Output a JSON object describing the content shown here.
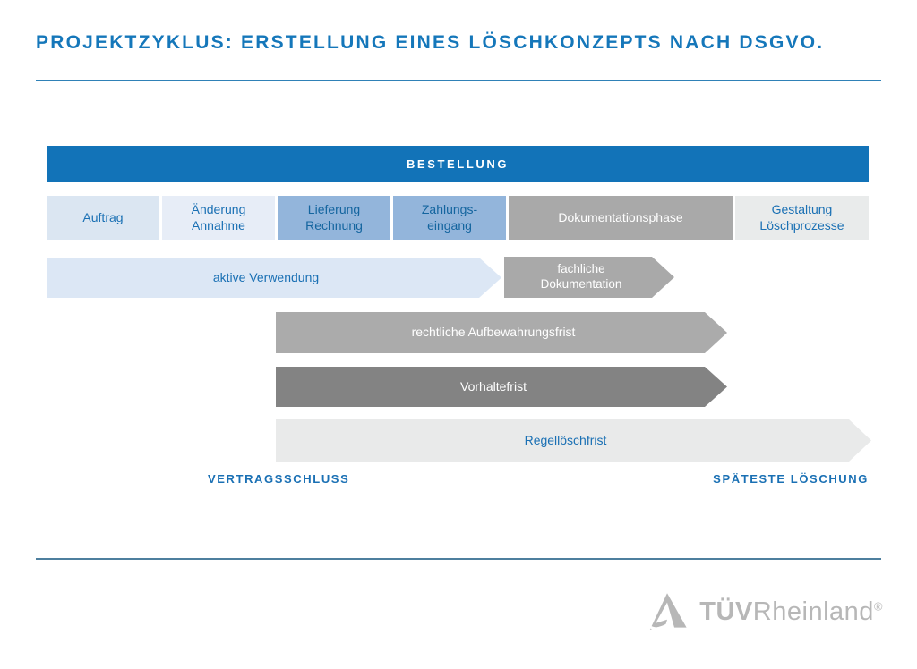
{
  "title": "PROJEKTZYKLUS: ERSTELLUNG EINES LÖSCHKONZEPTS NACH DSGVO.",
  "colors": {
    "brand_blue": "#1273b8",
    "text_blue": "#1a70b4",
    "light_blue_1": "#dbe6f2",
    "light_blue_2": "#e7edf7",
    "mid_blue": "#93b5db",
    "gray": "#a9a9a9",
    "dark_gray": "#838383",
    "light_gray": "#e9eaea",
    "logo_gray": "#b7b7b7",
    "white": "#ffffff"
  },
  "timeline": {
    "bestellung_label": "BESTELLUNG",
    "phases": [
      {
        "label": "Auftrag"
      },
      {
        "label": "Änderung\nAnnahme"
      },
      {
        "label": "Lieferung\nRechnung"
      },
      {
        "label": "Zahlungs-\neingang"
      },
      {
        "label": "Dokumentationsphase"
      },
      {
        "label": "Gestaltung\nLöschprozesse"
      }
    ],
    "arrows": [
      {
        "label": "aktive Verwendung"
      },
      {
        "label": "fachliche\nDokumentation"
      },
      {
        "label": "rechtliche Aufbewahrungsfrist"
      },
      {
        "label": "Vorhaltefrist"
      },
      {
        "label": "Regellöschfrist"
      }
    ],
    "markers": {
      "start": "VERTRAGSSCHLUSS",
      "end": "SPÄTESTE LÖSCHUNG"
    }
  },
  "logo": {
    "tuv": "TÜV",
    "rheinland": "Rheinland",
    "registered": "®"
  }
}
